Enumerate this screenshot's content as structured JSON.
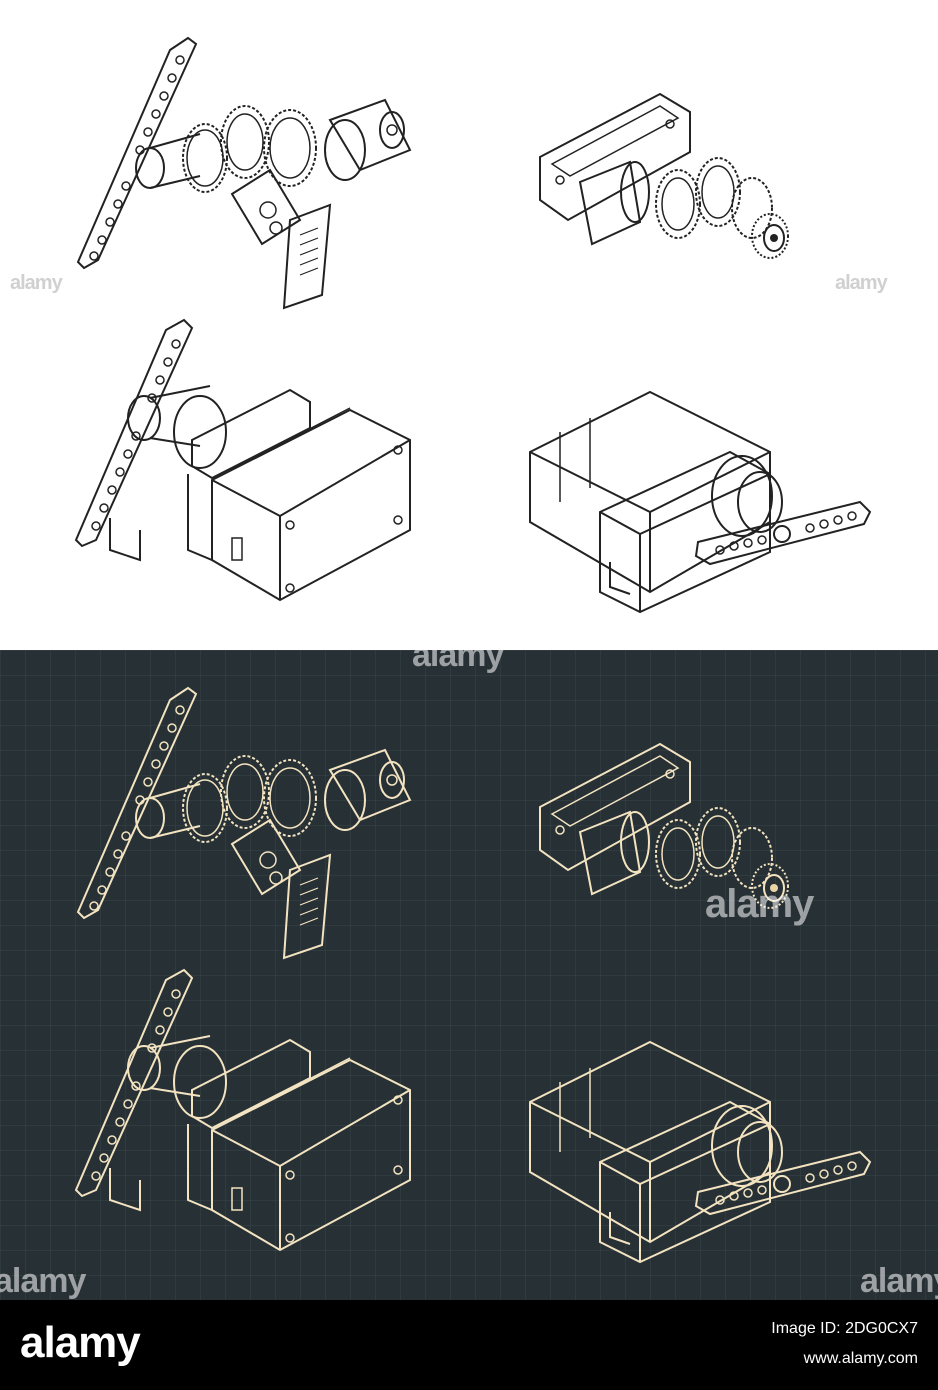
{
  "watermark": {
    "text": "alamy"
  },
  "footer": {
    "logo": "alamy",
    "image_id": "Image ID: 2DG0CX7",
    "url": "www.alamy.com"
  },
  "colors": {
    "top_background": "#ffffff",
    "top_lines": "#222222",
    "blueprint_background": "#263035",
    "blueprint_grid": "#3a464c",
    "blueprint_lines": "#f3e3c0",
    "blueprint_fill": "#e9d4a8",
    "footer_background": "#000000"
  },
  "views": [
    {
      "name": "exploded-gears-left"
    },
    {
      "name": "exploded-gears-right"
    },
    {
      "name": "servo-housing-left"
    },
    {
      "name": "servo-housing-right"
    }
  ]
}
